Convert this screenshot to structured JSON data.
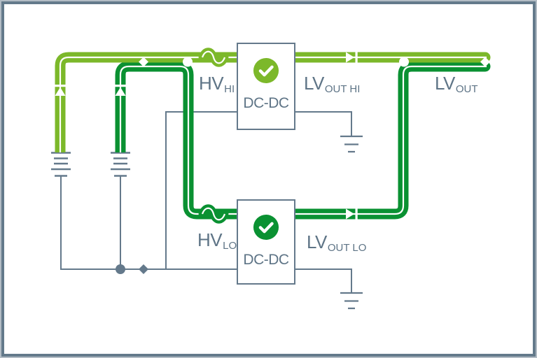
{
  "labels": {
    "hv_hi": {
      "main": "HV",
      "sub": "HI"
    },
    "lv_out_hi": {
      "main": "LV",
      "sub": "OUT HI"
    },
    "lv_out": {
      "main": "LV",
      "sub": "OUT"
    },
    "hv_lo": {
      "main": "HV",
      "sub": "LO"
    },
    "lv_out_lo": {
      "main": "LV",
      "sub": "OUT LO"
    }
  },
  "converters": {
    "upper": {
      "label": "DC-DC",
      "status_icon": "checkmark-icon",
      "accent": "#7cb82a"
    },
    "lower": {
      "label": "DC-DC",
      "status_icon": "checkmark-icon",
      "accent": "#0a9132"
    }
  },
  "icons": [
    "battery-icon",
    "battery-icon",
    "diode-icon",
    "diode-icon",
    "diode-icon",
    "diode-icon",
    "fuse-icon",
    "fuse-icon",
    "ground-icon",
    "ground-icon",
    "diamond-marker",
    "dot-marker",
    "dot-marker",
    "diamond-marker",
    "dot-marker",
    "diamond-marker",
    "checkmark-icon",
    "checkmark-icon"
  ],
  "colors": {
    "light_green": "#7cb82a",
    "dark_green": "#0a9132",
    "line_gray": "#64798b",
    "text_gray": "#5e7486",
    "border_outer": "#b3bdc5",
    "border_inner": "#647a8b",
    "bg": "#ffffff"
  }
}
